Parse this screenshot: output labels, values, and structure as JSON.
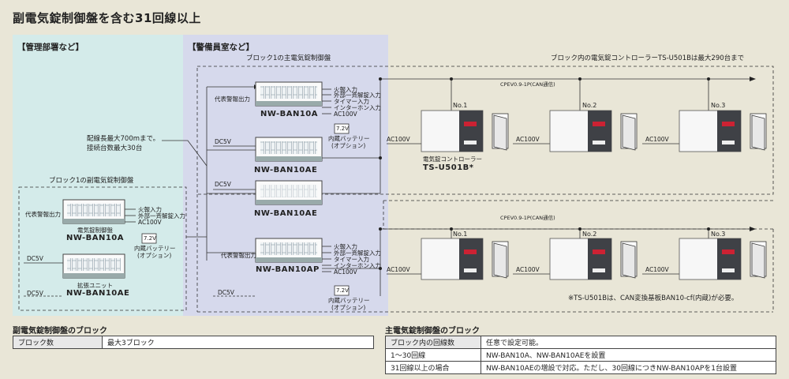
{
  "title": "副電気錠制御盤を含む31回線以上",
  "zones": {
    "admin": "【管理部署など】",
    "security": "【警備員室など】"
  },
  "sub_block": {
    "heading": "ブロック1の副電気錠制御盤",
    "panel_caption": "電気錠制御盤",
    "panel_model": "NW-BAN10A",
    "unit_caption": "拡張ユニット",
    "unit_model": "NW-BAN10AE",
    "label_rep_output": "代表警報出力",
    "label_fire": "火報入力",
    "label_ext_unlock": "外部一斉解錠入力",
    "label_ac": "AC100V",
    "battery": "7.2V",
    "battery_caption_1": "内蔵バッテリー",
    "battery_caption_2": "(オプション)",
    "dc5v": "DC5V"
  },
  "main_block": {
    "heading": "ブロック1の主電気錠制御盤",
    "panel_a": "NW-BAN10A",
    "panel_ae1": "NW-BAN10AE",
    "panel_ae2": "NW-BAN10AE",
    "panel_ap": "NW-BAN10AP",
    "label_rep_output": "代表警報出力",
    "label_fire": "火報入力",
    "label_ext_unlock": "外部一斉解錠入力",
    "label_timer": "タイマー入力",
    "label_intercom": "インターホン入力",
    "label_ac": "AC100V",
    "battery": "7.2V",
    "battery_caption_1": "内蔵バッテリー",
    "battery_caption_2": "(オプション)",
    "dc5v": "DC5V"
  },
  "wiring_note_1": "配線長最大700mまで。",
  "wiring_note_2": "接続台数最大30台",
  "controllers": {
    "max_note": "ブロック内の電気錠コントローラーTS-U501Bは最大290台まで",
    "cable": "CPEV0.9-1P(CAN通信)",
    "ac": "AC100V",
    "no1": "No.1",
    "no2": "No.2",
    "no3": "No.3",
    "caption": "電気錠コントローラー",
    "model": "TS-U501B*"
  },
  "footnote": "※TS-U501Bは、CAN変換基板BAN10-cf(内蔵)が必要。",
  "sub_table": {
    "title": "副電気錠制御盤のブロック",
    "rows": [
      [
        "ブロック数",
        "最大3ブロック"
      ]
    ]
  },
  "main_table": {
    "title": "主電気錠制御盤のブロック",
    "rows": [
      [
        "ブロック内の回線数",
        "任意で設定可能。"
      ],
      [
        "1～30回線",
        "NW-BAN10A、NW-BAN10AEを設置"
      ],
      [
        "31回線以上の場合",
        "NW-BAN10AEの増設で対応。ただし、30回線につきNW-BAN10APを1台設置"
      ]
    ]
  },
  "colors": {
    "admin_bg": "#d4ebea",
    "security_bg": "#d6d9ec",
    "page_bg": "#e9e6d7"
  }
}
